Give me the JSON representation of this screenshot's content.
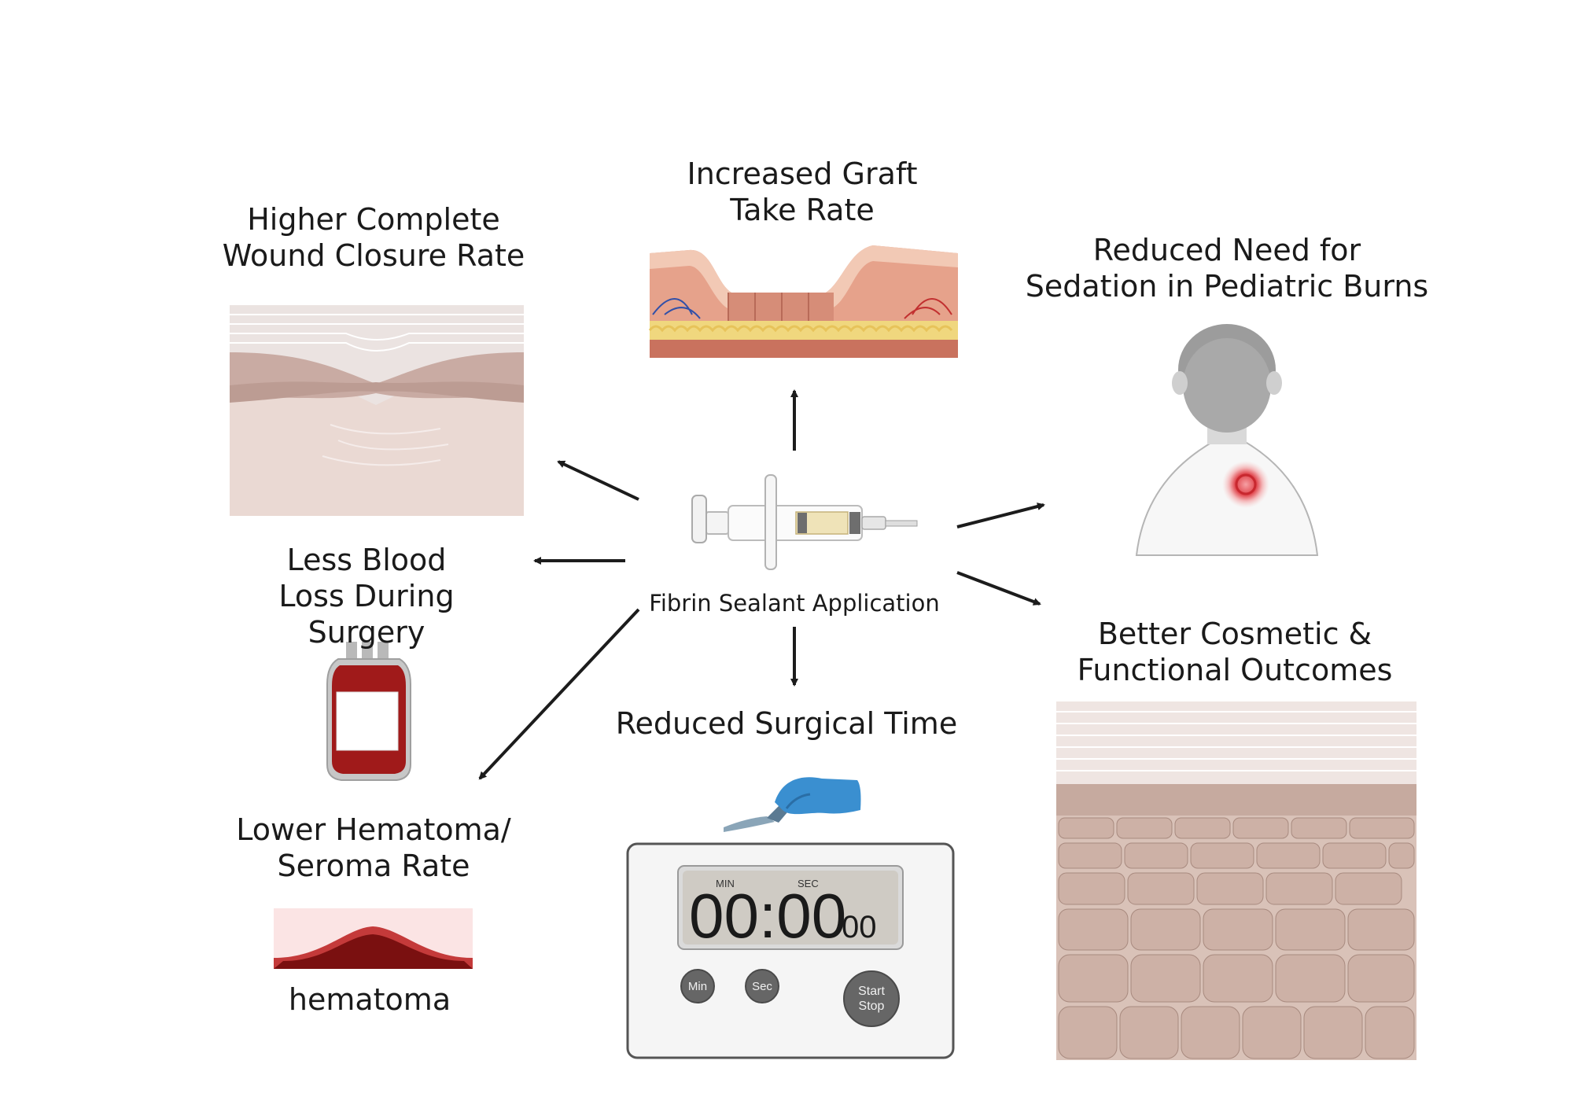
{
  "center": {
    "label": "Fibrin Sealant Application"
  },
  "outcomes": {
    "graft": {
      "line1": "Increased Graft",
      "line2": "Take Rate"
    },
    "wound": {
      "line1": "Higher Complete",
      "line2": "Wound Closure Rate"
    },
    "sedation": {
      "line1": "Reduced Need for",
      "line2": "Sedation in Pediatric Burns"
    },
    "blood": {
      "line1": "Less Blood",
      "line2": "Loss During",
      "line3": "Surgery"
    },
    "cosmetic": {
      "line1": "Better Cosmetic &",
      "line2": "Functional Outcomes"
    },
    "surgical_time": {
      "line1": "Reduced Surgical Time"
    },
    "hematoma": {
      "line1": "Lower Hematoma/",
      "line2": "Seroma Rate",
      "caption": "hematoma"
    }
  },
  "timer": {
    "min_label": "MIN",
    "sec_label": "SEC",
    "display_main": "00:00",
    "display_small": "00",
    "btn_min": "Min",
    "btn_sec": "Sec",
    "btn_start": "Start",
    "btn_stop": "Stop"
  },
  "colors": {
    "arrow": "#1c1c1c",
    "skin_light": "#ecdcd6",
    "skin_mid": "#cfb2a8",
    "blood": "#a01a1a",
    "glove": "#3a8fd0",
    "burn": "#e0454c"
  }
}
